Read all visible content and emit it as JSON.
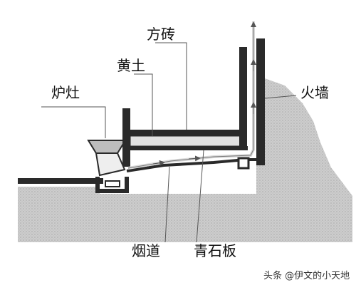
{
  "labels": {
    "square_brick": "方砖",
    "loess": "黄土",
    "stove": "炉灶",
    "fire_wall": "火墙",
    "flue": "烟道",
    "bluestone_slab": "青石板"
  },
  "watermark": "头条 @伊文的小天地",
  "colors": {
    "ground": "#c9c9c9",
    "structure": "#2a2a2a",
    "flow": "#d9d9d9"
  }
}
